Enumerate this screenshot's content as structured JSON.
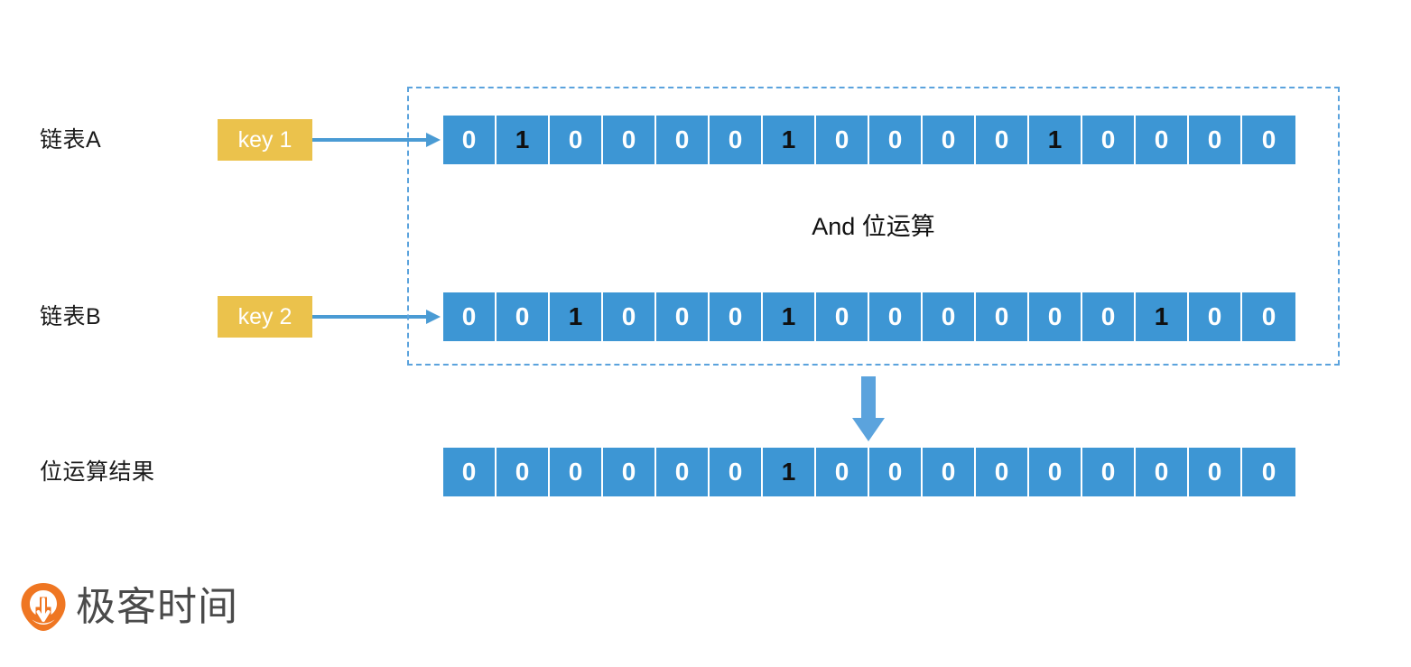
{
  "rows": {
    "a": {
      "label": "链表A",
      "key": "key 1",
      "bits": [
        0,
        1,
        0,
        0,
        0,
        0,
        1,
        0,
        0,
        0,
        0,
        1,
        0,
        0,
        0,
        0
      ]
    },
    "b": {
      "label": "链表B",
      "key": "key 2",
      "bits": [
        0,
        0,
        1,
        0,
        0,
        0,
        1,
        0,
        0,
        0,
        0,
        0,
        0,
        1,
        0,
        0
      ]
    },
    "result": {
      "label": "位运算结果",
      "bits": [
        0,
        0,
        0,
        0,
        0,
        0,
        1,
        0,
        0,
        0,
        0,
        0,
        0,
        0,
        0,
        0
      ]
    }
  },
  "operation": {
    "caption": "And 位运算"
  },
  "brand": {
    "text": "极客时间",
    "mark_color": "#ef7622"
  },
  "colors": {
    "bit_cell": "#3d96d4",
    "bit_one_text": "#101010",
    "bit_zero_text": "#ffffff",
    "key_chip": "#ebc24c",
    "arrow": "#4a9bd4",
    "dashed_border": "#5ba3dd"
  }
}
